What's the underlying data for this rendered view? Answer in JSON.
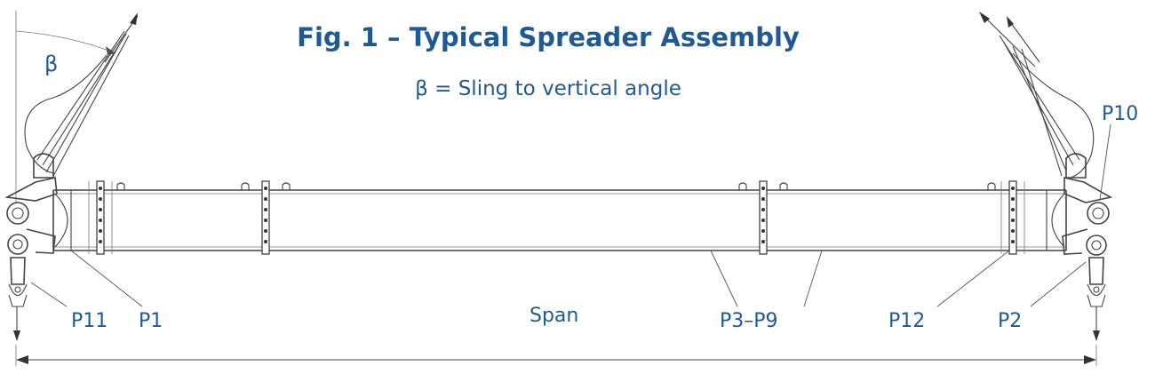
{
  "figure": {
    "title": "Fig. 1 – Typical Spreader Assembly",
    "subtitle": "β = Sling to vertical angle"
  },
  "labels": {
    "beta": "β",
    "p1": "P1",
    "p2": "P2",
    "p3_p9": "P3–P9",
    "p10": "P10",
    "p11": "P11",
    "p12": "P12",
    "span": "Span"
  },
  "colors": {
    "label": "#1f5a92",
    "line": "#444444"
  }
}
